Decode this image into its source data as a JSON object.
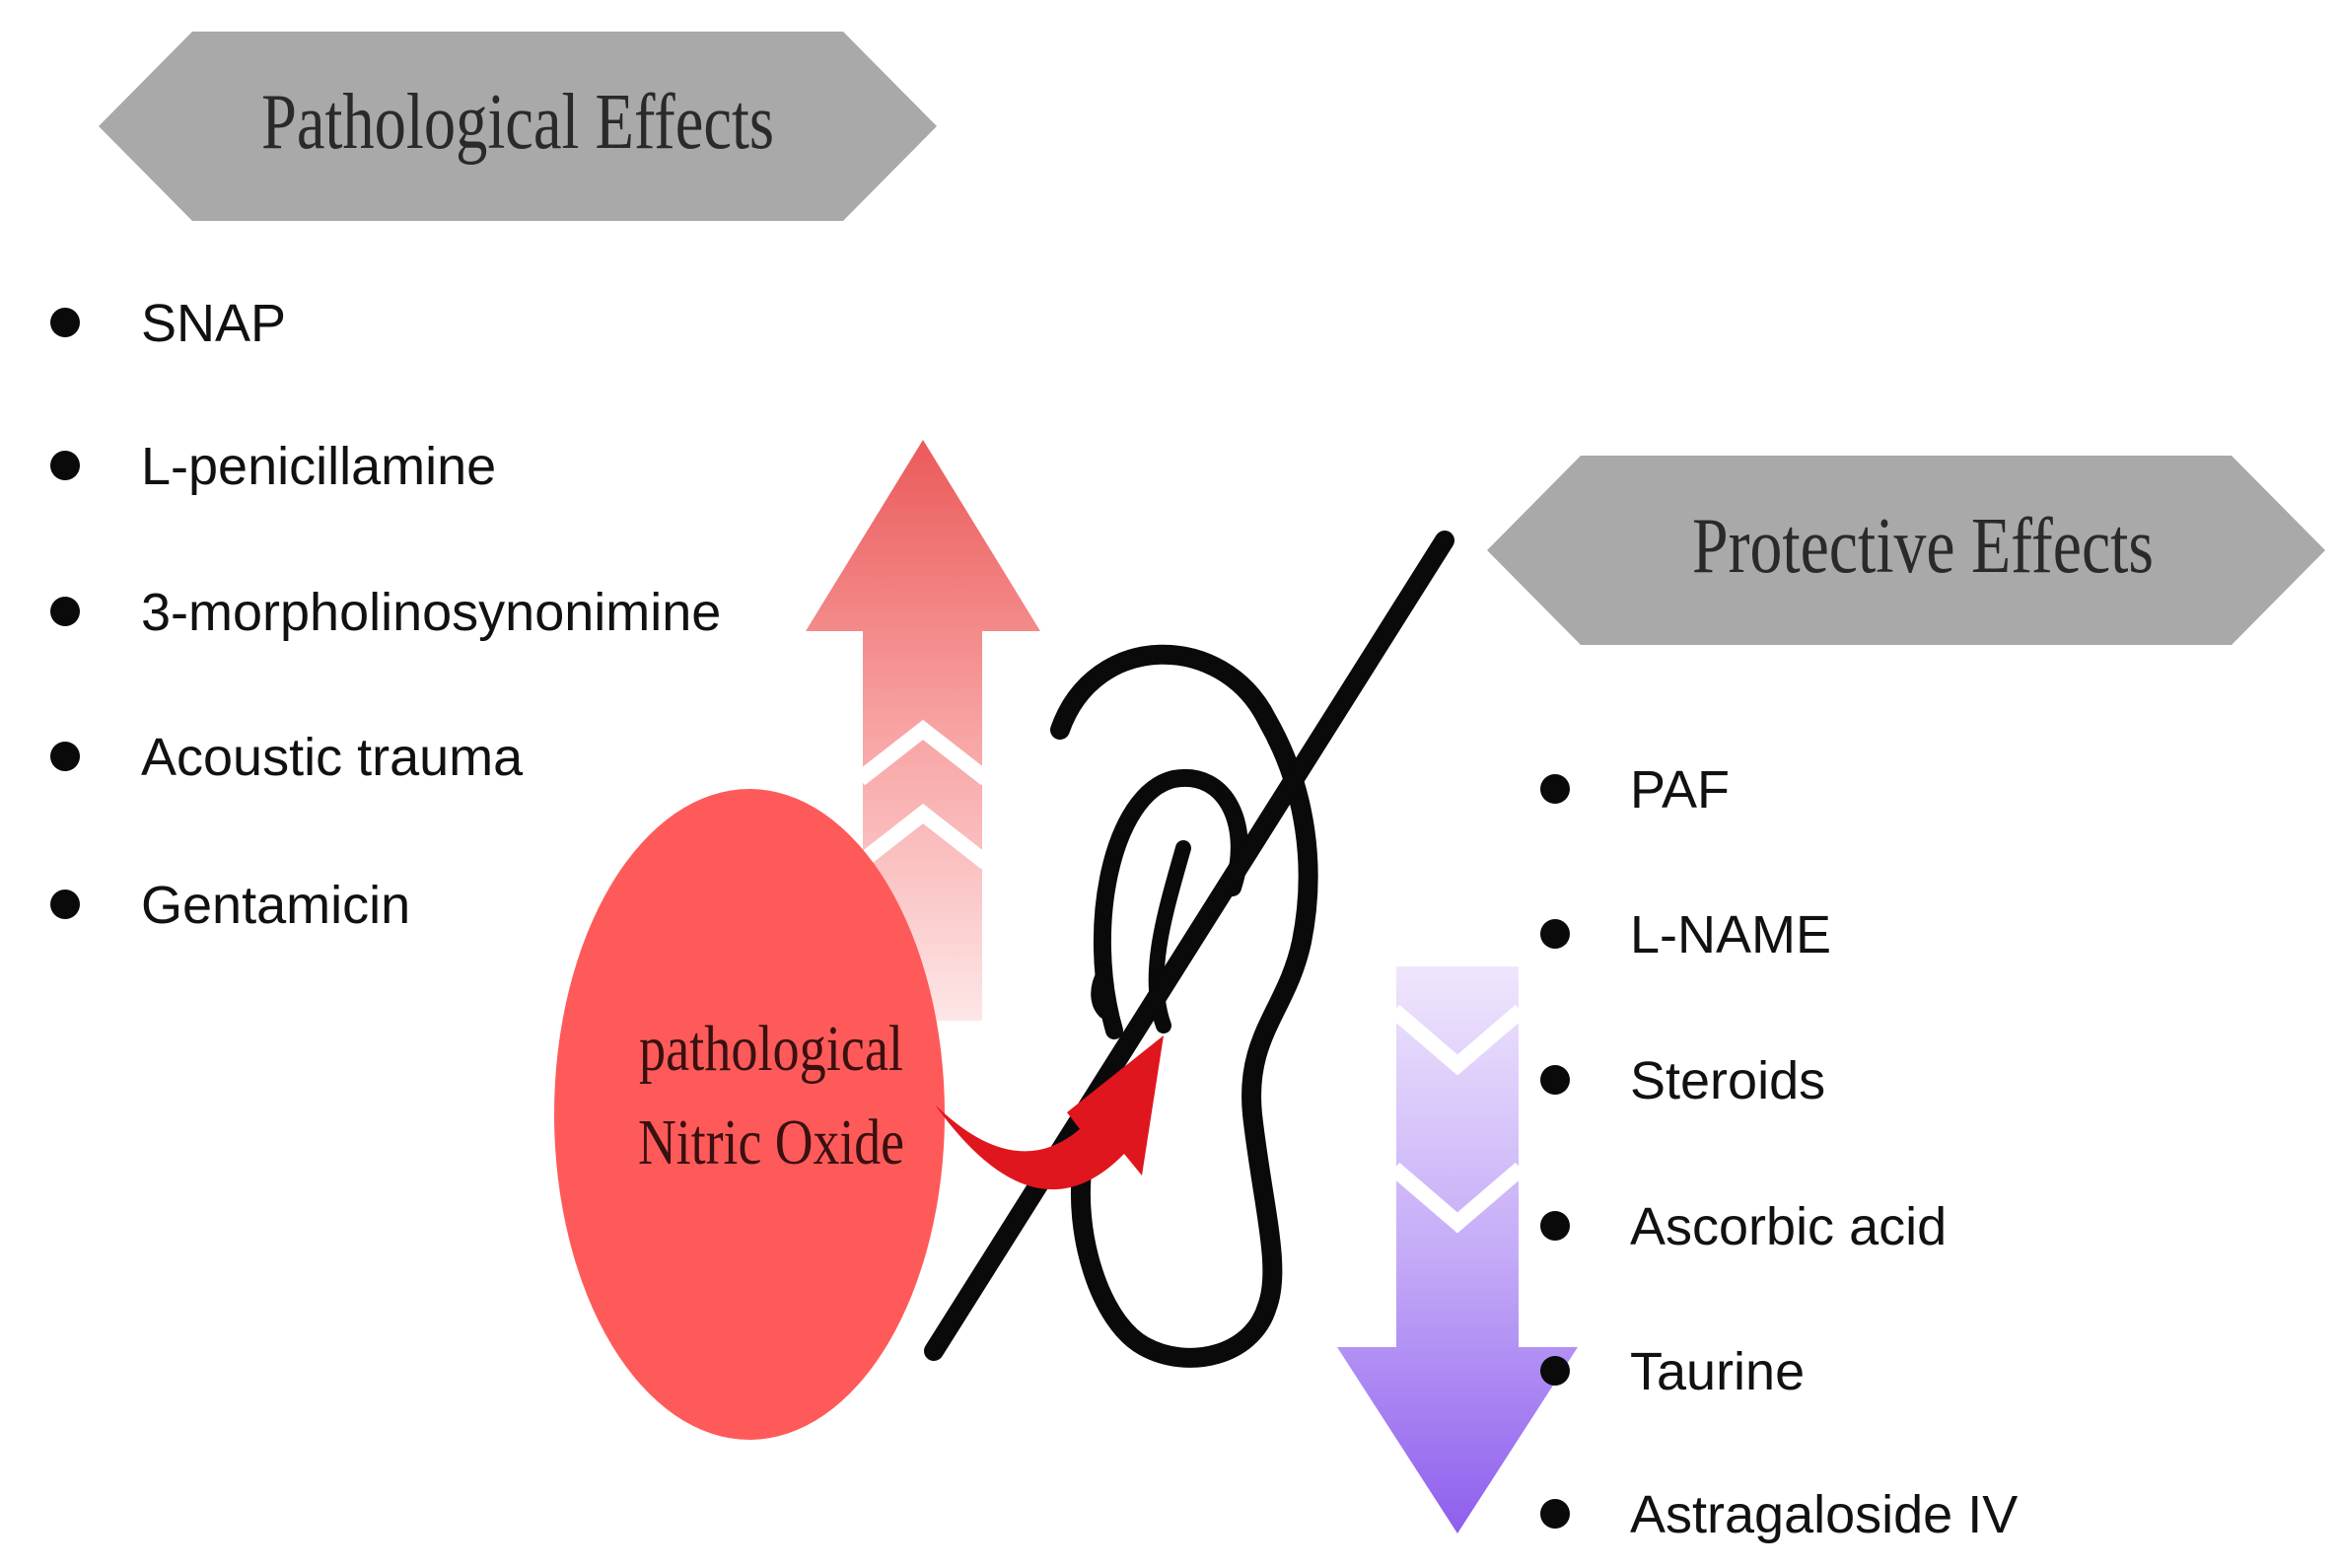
{
  "pathological": {
    "title": "Pathological Effects",
    "items": [
      "SNAP",
      "L-penicillamine",
      "3-morpholinosynonimine",
      "Acoustic trauma",
      "Gentamicin"
    ]
  },
  "protective": {
    "title": "Protective Effects",
    "items": [
      "PAF",
      "L-NAME",
      "Steroids",
      "Ascorbic acid",
      "Taurine",
      "Astragaloside IV"
    ]
  },
  "center": {
    "line1": "pathological",
    "line2": "Nitric Oxide"
  },
  "colors": {
    "banner": "#a9a9a9",
    "oval": "#ff5a5a",
    "up_arrow": "#f06a6a",
    "down_arrow": "#9b6ff0",
    "curved_arrow": "#e0161e",
    "ear_stroke": "#0a0a0a"
  },
  "icons": {
    "ear": "ear-icon",
    "up_arrow": "up-arrow-icon",
    "down_arrow": "down-arrow-icon",
    "curved_arrow": "curved-arrow-icon"
  }
}
